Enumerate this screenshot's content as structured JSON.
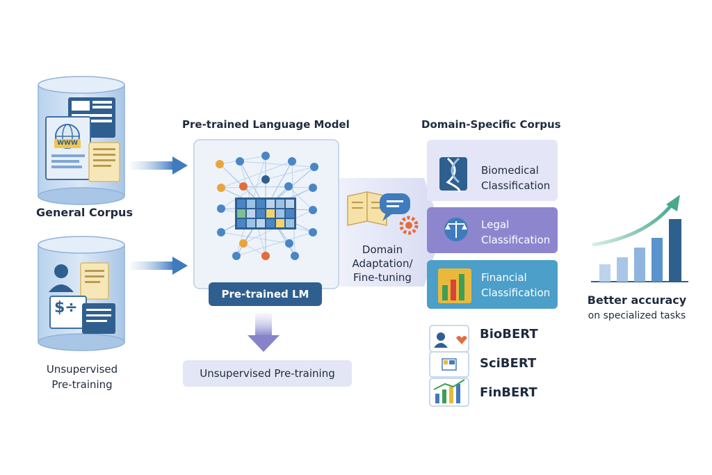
{
  "left": {
    "general_corpus": "General Corpus",
    "unsupervised_line1": "Unsupervised",
    "unsupervised_line2": "Pre-training",
    "www": "WWW",
    "dollar": "$÷"
  },
  "center": {
    "title": "Pre-trained Language Model",
    "lm_badge": "Pre-trained LM",
    "pretraining_box": "Unsupervised Pre-training"
  },
  "adaptation": {
    "line1": "Domain",
    "line2": "Adaptation/",
    "line3": "Fine-tuning"
  },
  "domain": {
    "title": "Domain-Specific Corpus",
    "cards": [
      {
        "line1": "Biomedical",
        "line2": "Classification"
      },
      {
        "line1": "Legal",
        "line2": "Classification"
      },
      {
        "line1": "Financial",
        "line2": "Classification"
      }
    ],
    "models": [
      "BioBERT",
      "SciBERT",
      "FinBERT"
    ]
  },
  "result": {
    "line1": "Better accuracy",
    "line2": "on specialized tasks"
  },
  "colors": {
    "blue_dark": "#2f5f8f",
    "blue_mid": "#4a86c5",
    "lavender": "#e6e8f7",
    "purple": "#8d86cf",
    "teal": "#4b9fc9",
    "accent_green": "#4aa88c"
  }
}
